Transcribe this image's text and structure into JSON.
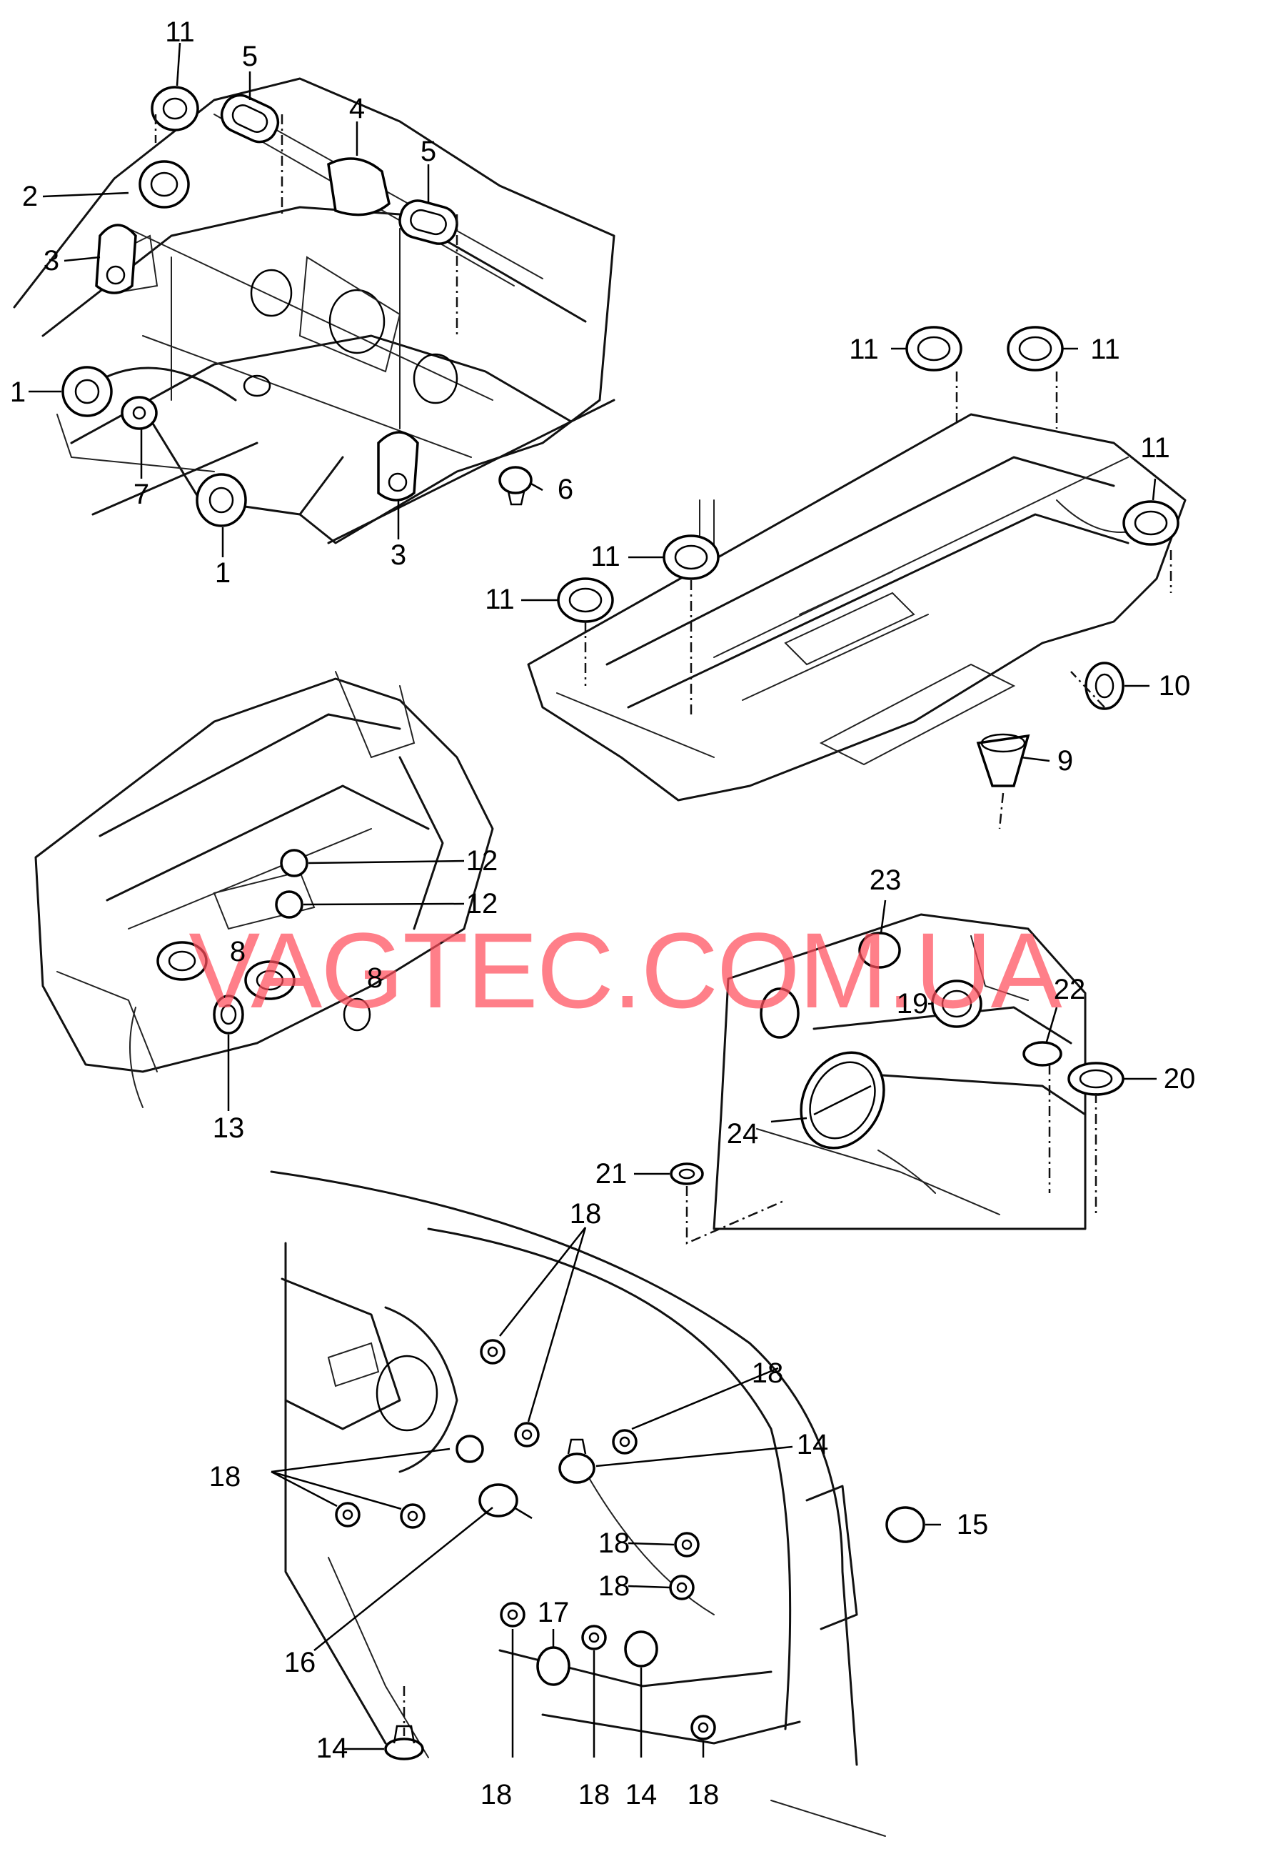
{
  "watermark": "VAGTEC.COM.UA",
  "callouts": {
    "c1a": "1",
    "c1b": "1",
    "c2": "2",
    "c3a": "3",
    "c3b": "3",
    "c4": "4",
    "c5a": "5",
    "c5b": "5",
    "c6": "6",
    "c7": "7",
    "c8a": "8",
    "c8b": "8",
    "c9": "9",
    "c10": "10",
    "c11a": "11",
    "c11b": "11",
    "c11c": "11",
    "c11d": "11",
    "c11e": "11",
    "c11f": "11",
    "c12a": "12",
    "c12b": "12",
    "c13": "13",
    "c14a": "14",
    "c14b": "14",
    "c14c": "14",
    "c15": "15",
    "c16": "16",
    "c17": "17",
    "c18a": "18",
    "c18b": "18",
    "c18c": "18",
    "c18d": "18",
    "c18e": "18",
    "c18f": "18",
    "c18g": "18",
    "c18h": "18",
    "c19": "19",
    "c20": "20",
    "c21": "21",
    "c22": "22",
    "c23": "23",
    "c24": "24"
  }
}
